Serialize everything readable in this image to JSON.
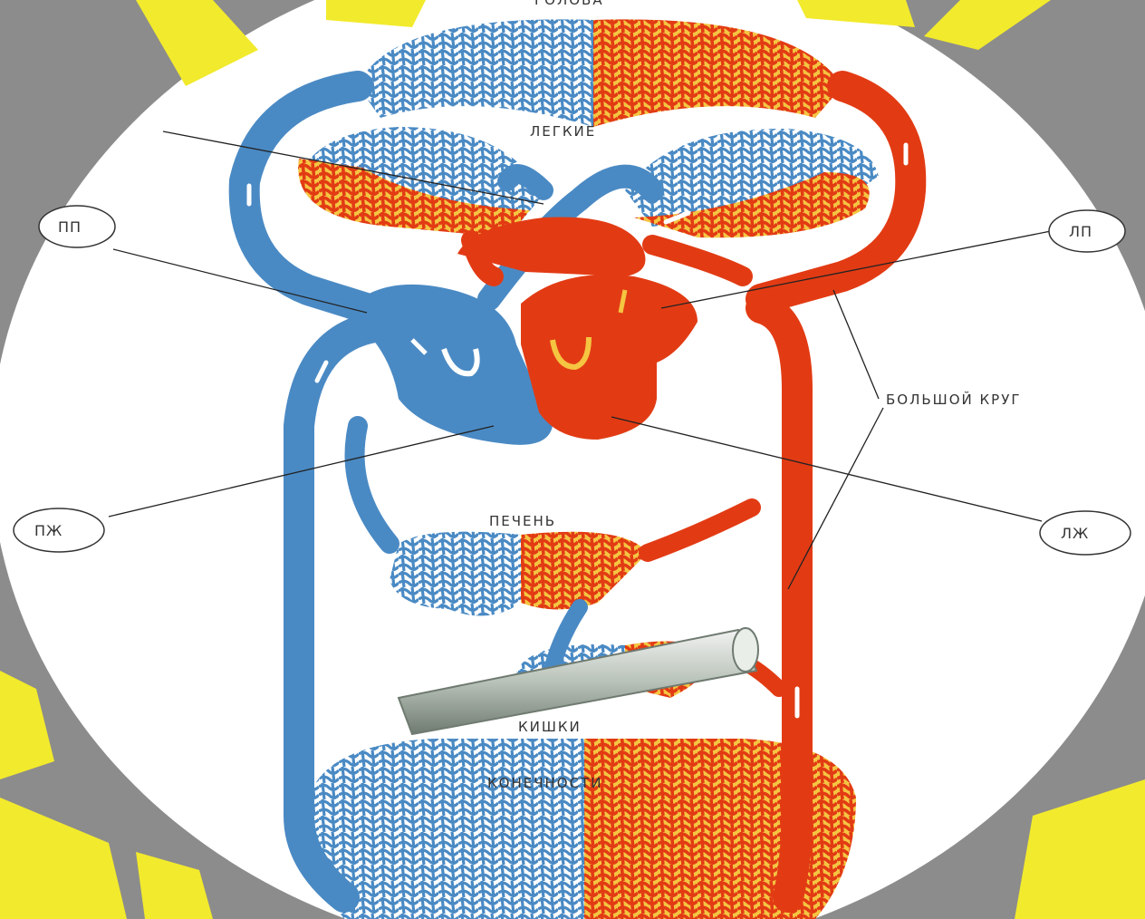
{
  "labels": {
    "lungs": "ЛЕГКИЕ",
    "liver": "ПЕЧЕНЬ",
    "intestines": "КИШКИ",
    "limbs": "КОНЕЧНОСТИ",
    "systemic_circle": "БОЛЬШОЙ КРУГ",
    "top_partial": "ГОЛОВА"
  },
  "callouts": {
    "right_atrium": "ПП",
    "left_atrium": "ЛП",
    "right_ventricle": "ПЖ",
    "left_ventricle": "ЛЖ"
  },
  "colors": {
    "venous": "#4a8ac4",
    "arterial": "#e23b14",
    "background": "#8c8c8c",
    "disc": "#ffffff",
    "banner_text": "#f2ea2c",
    "highlight": "#f5c542"
  }
}
